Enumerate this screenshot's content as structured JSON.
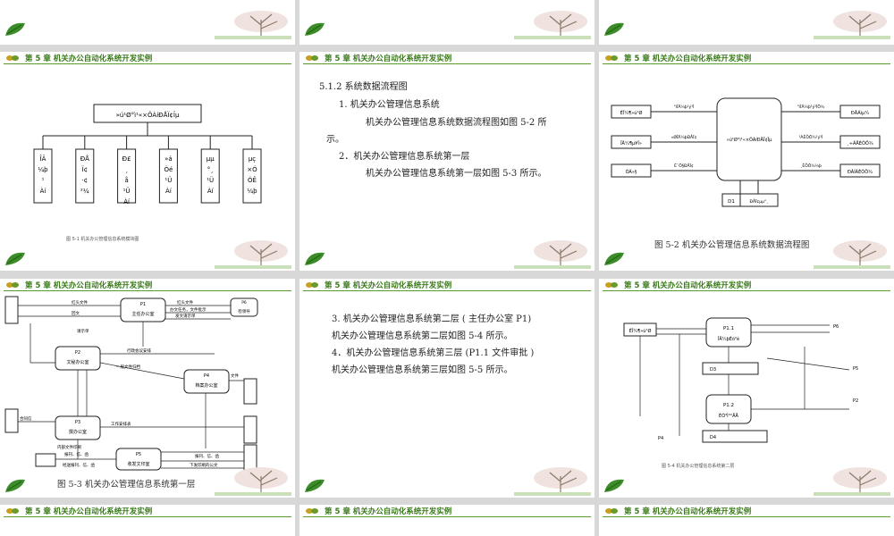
{
  "header": {
    "chapter_title": "第 5 章   机关办公自动化系统开发实例"
  },
  "slide1": {
    "top_box": "»ú¹Ø°ì¹«×ÔÀíÐÅÏ¢Ïµ",
    "modules": [
      "ÎÄ ¼þ ¹ Àí",
      "ÐÅ Ï¢ ·¢ ²¼",
      "Ð£ ¸ å ¹Ü Àí",
      "»á Òé ¹Ü Àí",
      "µµ °¸ ¹Ü Àí",
      "µç ×Ó ÓÊ ¼þ"
    ],
    "caption": "图 5-1   机关办公管理信息系统模块图"
  },
  "slide2": {
    "heading": "5.1.2   系统数据流程图",
    "item1": "1.  机关办公管理信息系统",
    "para1a": "机关办公管理信息系统数据流程图如图 5-2 所",
    "para1b": "示。",
    "item2": "2．机关办公管理信息系统第一层",
    "para2": "机关办公管理信息系统第一层如图 5-3 所示。"
  },
  "slide3": {
    "center": "»ú¹Ø°ì¹«×ÔÀíÐÅÏ¢Ïµ",
    "left_boxes": [
      "ÉÏ¼¶»ú¹Ø",
      "ÏÂ¼¶µ¥Î»",
      "ÓÃ»§"
    ],
    "right_boxes": [
      "ÐÅÁìµ¼",
      "¸÷ÃÅÈÕÖ¾",
      "ÐÂÍÃÈÕÖ¾"
    ],
    "flows_left": [
      "°ìÎÄ¼þ¹ý³Ì",
      "»ØÎÄ¼þÐÅÏ¢",
      "É¨Ö§ÐÅÏ¢"
    ],
    "flows_right": [
      "°ìÎÄ¼þ¹ý³ÌÖ¾",
      "¹ÀÈÕÖ¾¹ý³Ì",
      "¸ÈÕÖ¾¼þ"
    ],
    "store": "D1",
    "store_label": "ÐÅÏ¢µµ°¸",
    "caption": "图 5-2   机关办公管理信息系统数据流程图"
  },
  "slide4": {
    "p1_id": "P1",
    "p1_label": "主任办公室",
    "p2_id": "P2",
    "p2_label": "文秘办公室",
    "p3_id": "P3",
    "p3_label": "撰办公室",
    "p4_id": "P4",
    "p4_label": "档案办公室",
    "p5_id": "P5",
    "p5_label": "收发文印室",
    "p6_id": "P6",
    "p6_label": "检领导",
    "flows": [
      "红头文件",
      "回文",
      "红头文件",
      "办文任务，文件批示",
      "发文请示单",
      "请示单",
      "行政会议安排",
      "一般文件归档",
      "文件",
      "工作安排表",
      "合同信",
      "内部文件印刷",
      "报刊、信、函",
      "经送报刊、信、函",
      "报刊、信、函",
      "下发印刷的公文"
    ],
    "caption": "图 5-3   机关办公管理信息系统第一层"
  },
  "slide5": {
    "line1": "3.  机关办公管理信息系统第二层 ( 主任办公室 P1)",
    "line2": "机关办公管理信息系统第二层如图 5-4 所示。",
    "line3": "4．机关办公管理信息系统第三层 (P1.1 文件审批 )",
    "line4": "机关办公管理信息系统第三层如图 5-5 所示。"
  },
  "slide6": {
    "p11_id": "P1.1",
    "p11_label": "ÎÄ¼þÉó²é",
    "p12_id": "P1.2",
    "p12_label": "ÈÕ³Ì°²ÅÅ",
    "p6": "P6",
    "p5": "P5",
    "p2": "P2",
    "p4": "P4",
    "d3": "D3",
    "d4": "D4",
    "caption": "图 5-4   机关办公管理信息系统第二层"
  }
}
